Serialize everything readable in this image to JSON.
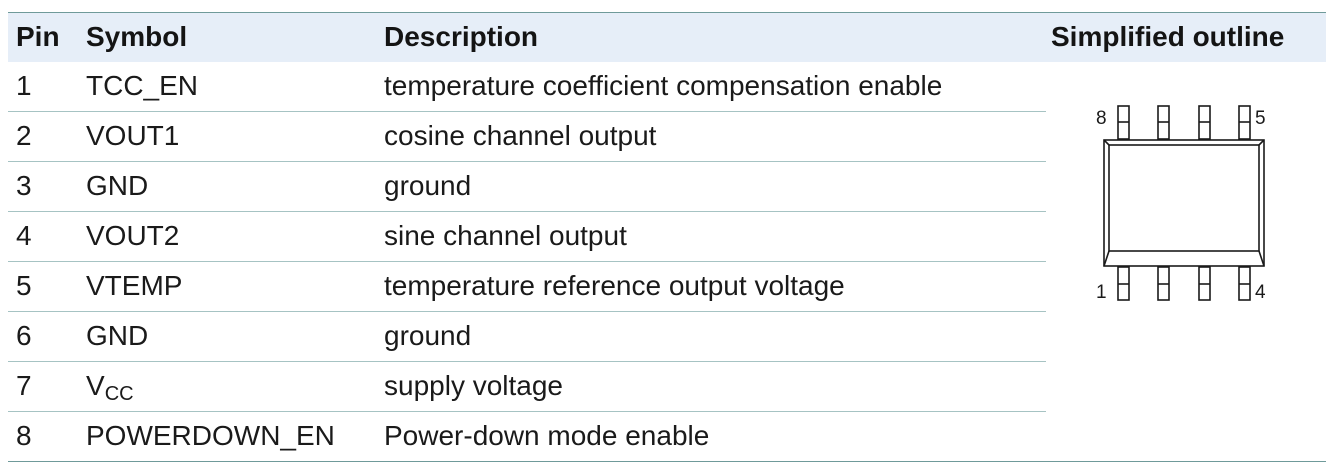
{
  "table": {
    "headers": {
      "pin": "Pin",
      "symbol": "Symbol",
      "description": "Description",
      "outline": "Simplified outline"
    },
    "rows": [
      {
        "pin": "1",
        "symbol": "TCC_EN",
        "description": "temperature coefficient compensation enable"
      },
      {
        "pin": "2",
        "symbol": "VOUT1",
        "description": "cosine channel output"
      },
      {
        "pin": "3",
        "symbol": "GND",
        "description": "ground"
      },
      {
        "pin": "4",
        "symbol": "VOUT2",
        "description": "sine channel output"
      },
      {
        "pin": "5",
        "symbol": "VTEMP",
        "description": "temperature reference output voltage"
      },
      {
        "pin": "6",
        "symbol": "GND",
        "description": "ground"
      },
      {
        "pin": "7",
        "symbol_base": "V",
        "symbol_sub": "CC",
        "description": "supply voltage"
      },
      {
        "pin": "8",
        "symbol": "POWERDOWN_EN",
        "description": "Power-down mode enable"
      }
    ]
  },
  "outline": {
    "pin_labels": {
      "top_left": "8",
      "top_right": "5",
      "bottom_left": "1",
      "bottom_right": "4"
    }
  }
}
